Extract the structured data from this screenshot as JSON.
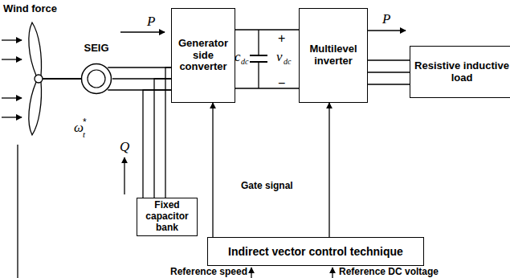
{
  "diagram": {
    "nodes": [
      {
        "text": [
          "SEIG"
        ]
      },
      {
        "text": [
          "Generator side converter"
        ]
      },
      {
        "text": [
          "Multilevel inverter"
        ]
      },
      {
        "text": [
          "Resistive inductive load"
        ]
      },
      {
        "text": [
          "Fixed capacitor bank"
        ]
      },
      {
        "text": [
          "Indirect vector control technique"
        ]
      }
    ],
    "edges": [
      {
        "from": 0,
        "to": 1,
        "arrow": "none"
      },
      {
        "from": 4,
        "to": 1,
        "arrow": "none"
      },
      {
        "from": 1,
        "to": 2,
        "arrow": "none"
      },
      {
        "from": 2,
        "to": 3,
        "arrow": "none"
      },
      {
        "from": 5,
        "to": 1,
        "arrow": "to"
      },
      {
        "from": 5,
        "to": 2,
        "arrow": "to"
      }
    ],
    "labels": [
      "Wind force",
      "P",
      "P",
      "Q",
      "ω",
      "t",
      "*",
      "c",
      "dc",
      "v",
      "dc",
      "+",
      "−",
      "Gate signal",
      "Reference speed",
      "Reference DC voltage"
    ]
  }
}
